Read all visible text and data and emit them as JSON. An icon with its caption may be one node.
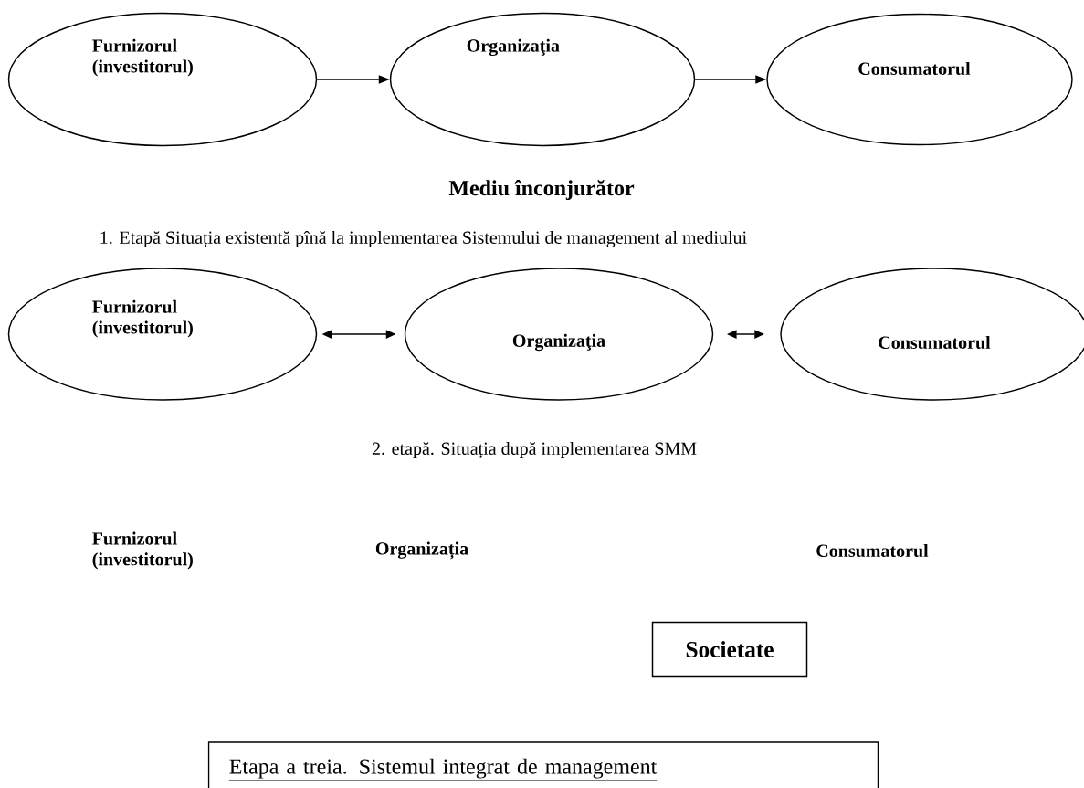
{
  "diagram": {
    "nodes": [
      {
        "text": [
          "Furnizorul (investitorul)"
        ]
      },
      {
        "text": [
          "Organizaţia"
        ]
      },
      {
        "text": [
          "Consumatorul"
        ]
      },
      {
        "text": [
          "Furnizorul (investitorul)"
        ]
      },
      {
        "text": [
          "Organizaţia"
        ]
      },
      {
        "text": [
          "Consumatorul"
        ]
      },
      {
        "text": [
          "Societate"
        ]
      },
      {
        "text": [
          "Etapa a treia. Sistemul integrat de management"
        ]
      }
    ],
    "edges": [
      {
        "from": 0,
        "to": 1,
        "arrow": "to"
      },
      {
        "from": 1,
        "to": 2,
        "arrow": "to"
      },
      {
        "from": 3,
        "to": 4,
        "arrow": "both"
      },
      {
        "from": 4,
        "to": 5,
        "arrow": "both"
      }
    ],
    "labels": [
      "Mediu înconjurător",
      "1. Etapă Situația existentă pînă la implementarea Sistemului de management al mediului",
      "2. etapă. Situația după implementarea SMM",
      "Furnizorul (investitorul)",
      "Organizația",
      "Consumatorul"
    ]
  }
}
